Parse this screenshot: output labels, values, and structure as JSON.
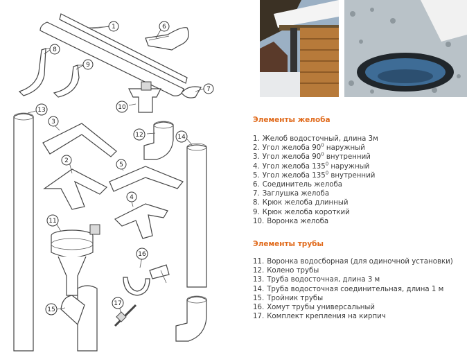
{
  "gutter_section": {
    "title": "Элементы желоба",
    "items": [
      {
        "num": "1.",
        "text": "Желоб водосточный, длина 3м",
        "sup": "",
        "after": ""
      },
      {
        "num": "2.",
        "text": "Угол желоба 90",
        "sup": "0",
        "after": " наружный"
      },
      {
        "num": "3.",
        "text": "Угол желоба 90",
        "sup": "0",
        "after": " внутренний"
      },
      {
        "num": "4.",
        "text": "Угол желоба  135",
        "sup": "0",
        "after": " наружный"
      },
      {
        "num": "5.",
        "text": "Угол желоба  135",
        "sup": "0",
        "after": " внутренний"
      },
      {
        "num": "6.",
        "text": "Соединитель желоба",
        "sup": "",
        "after": ""
      },
      {
        "num": "7.",
        "text": "Заглушка желоба",
        "sup": "",
        "after": ""
      },
      {
        "num": "8.",
        "text": "Крюк желоба длинный",
        "sup": "",
        "after": ""
      },
      {
        "num": "9.",
        "text": "Крюк желоба короткий",
        "sup": "",
        "after": ""
      },
      {
        "num": "10.",
        "text": "Воронка желоба",
        "sup": "",
        "after": ""
      }
    ]
  },
  "pipe_section": {
    "title": "Элементы трубы",
    "items": [
      {
        "num": "11.",
        "text": "Воронка водосборная (для одиночной установки)"
      },
      {
        "num": "12.",
        "text": "Колено трубы"
      },
      {
        "num": "13.",
        "text": "Труба водосточная, длина 3 м"
      },
      {
        "num": "14.",
        "text": "Труба водосточная соединительная, длина 1 м"
      },
      {
        "num": "15.",
        "text": "Тройник трубы"
      },
      {
        "num": "16.",
        "text": "Хомут трубы универсальный"
      },
      {
        "num": "17.",
        "text": "Комплект крепления на кирпич"
      }
    ]
  },
  "callouts": [
    "1",
    "2",
    "3",
    "4",
    "5",
    "6",
    "7",
    "8",
    "9",
    "10",
    "11",
    "12",
    "13",
    "14",
    "15",
    "16",
    "17"
  ],
  "colors": {
    "accent": "#e06a1b",
    "text": "#3a3a3a",
    "line": "#444444"
  }
}
